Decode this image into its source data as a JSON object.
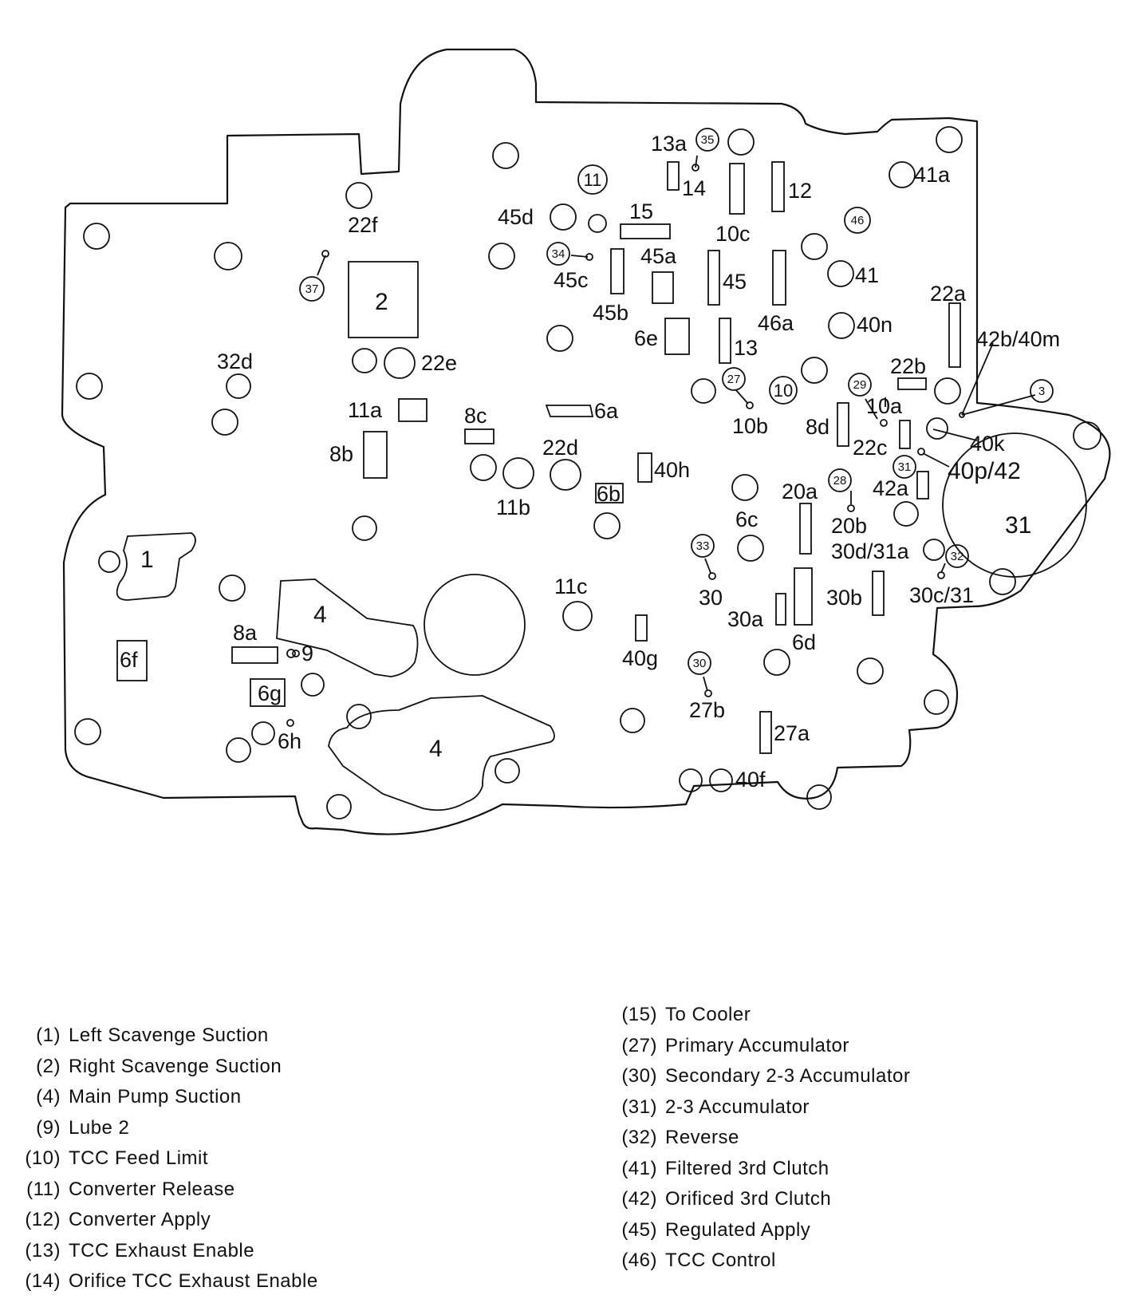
{
  "diagram": {
    "labels": {
      "1": "1",
      "2": "2",
      "4a": "4",
      "4b": "4",
      "31big": "31",
      "6f": "6f",
      "6g": "6g",
      "6h": "6h",
      "8a": "8a",
      "9": "9",
      "22f": "22f",
      "32d": "32d",
      "11a": "11a",
      "8b": "8b",
      "22e": "22e",
      "8c": "8c",
      "11b": "11b",
      "22d": "22d",
      "6a": "6a",
      "6b": "6b",
      "40h": "40h",
      "11c": "11c",
      "40g": "40g",
      "27b": "27b",
      "40f": "40f",
      "27a": "27a",
      "45d": "45d",
      "15": "15",
      "45c": "45c",
      "45a": "45a",
      "45b": "45b",
      "6e": "6e",
      "13a": "13a",
      "14": "14",
      "10c": "10c",
      "12": "12",
      "45": "45",
      "13": "13",
      "46a": "46a",
      "10b": "10b",
      "41a": "41a",
      "41": "41",
      "40n": "40n",
      "22a": "22a",
      "42b40m": "42b/40m",
      "22b": "22b",
      "10a": "10a",
      "8d": "8d",
      "22c": "22c",
      "40k": "40k",
      "40p42": "40p/42",
      "42a": "42a",
      "20a": "20a",
      "20b": "20b",
      "6c": "6c",
      "30": "30",
      "30a": "30a",
      "6d": "6d",
      "30b": "30b",
      "30d31a": "30d/31a",
      "30c31": "30c/31"
    },
    "callouts": {
      "c35": "35",
      "c11": "11",
      "c46": "46",
      "c34": "34",
      "c37": "37",
      "c27": "27",
      "c10": "10",
      "c29": "29",
      "c3": "3",
      "c31": "31",
      "c28": "28",
      "c33": "33",
      "c32": "32",
      "c30": "30"
    }
  },
  "legend": {
    "left": [
      {
        "code": "(1)",
        "text": "Left Scavenge Suction"
      },
      {
        "code": "(2)",
        "text": "Right Scavenge Suction"
      },
      {
        "code": "(4)",
        "text": "Main Pump Suction"
      },
      {
        "code": "(9)",
        "text": "Lube 2"
      },
      {
        "code": "(10)",
        "text": "TCC Feed Limit"
      },
      {
        "code": "(11)",
        "text": "Converter Release"
      },
      {
        "code": "(12)",
        "text": "Converter Apply"
      },
      {
        "code": "(13)",
        "text": "TCC Exhaust Enable"
      },
      {
        "code": "(14)",
        "text": "Orifice TCC Exhaust Enable"
      }
    ],
    "right": [
      {
        "code": "(15)",
        "text": "To Cooler"
      },
      {
        "code": "(27)",
        "text": "Primary Accumulator"
      },
      {
        "code": "(30)",
        "text": "Secondary 2-3 Accumulator"
      },
      {
        "code": "(31)",
        "text": "2-3 Accumulator"
      },
      {
        "code": "(32)",
        "text": "Reverse"
      },
      {
        "code": "(41)",
        "text": "Filtered 3rd Clutch"
      },
      {
        "code": "(42)",
        "text": "Orificed 3rd Clutch"
      },
      {
        "code": "(45)",
        "text": "Regulated Apply"
      },
      {
        "code": "(46)",
        "text": "TCC Control"
      }
    ]
  }
}
